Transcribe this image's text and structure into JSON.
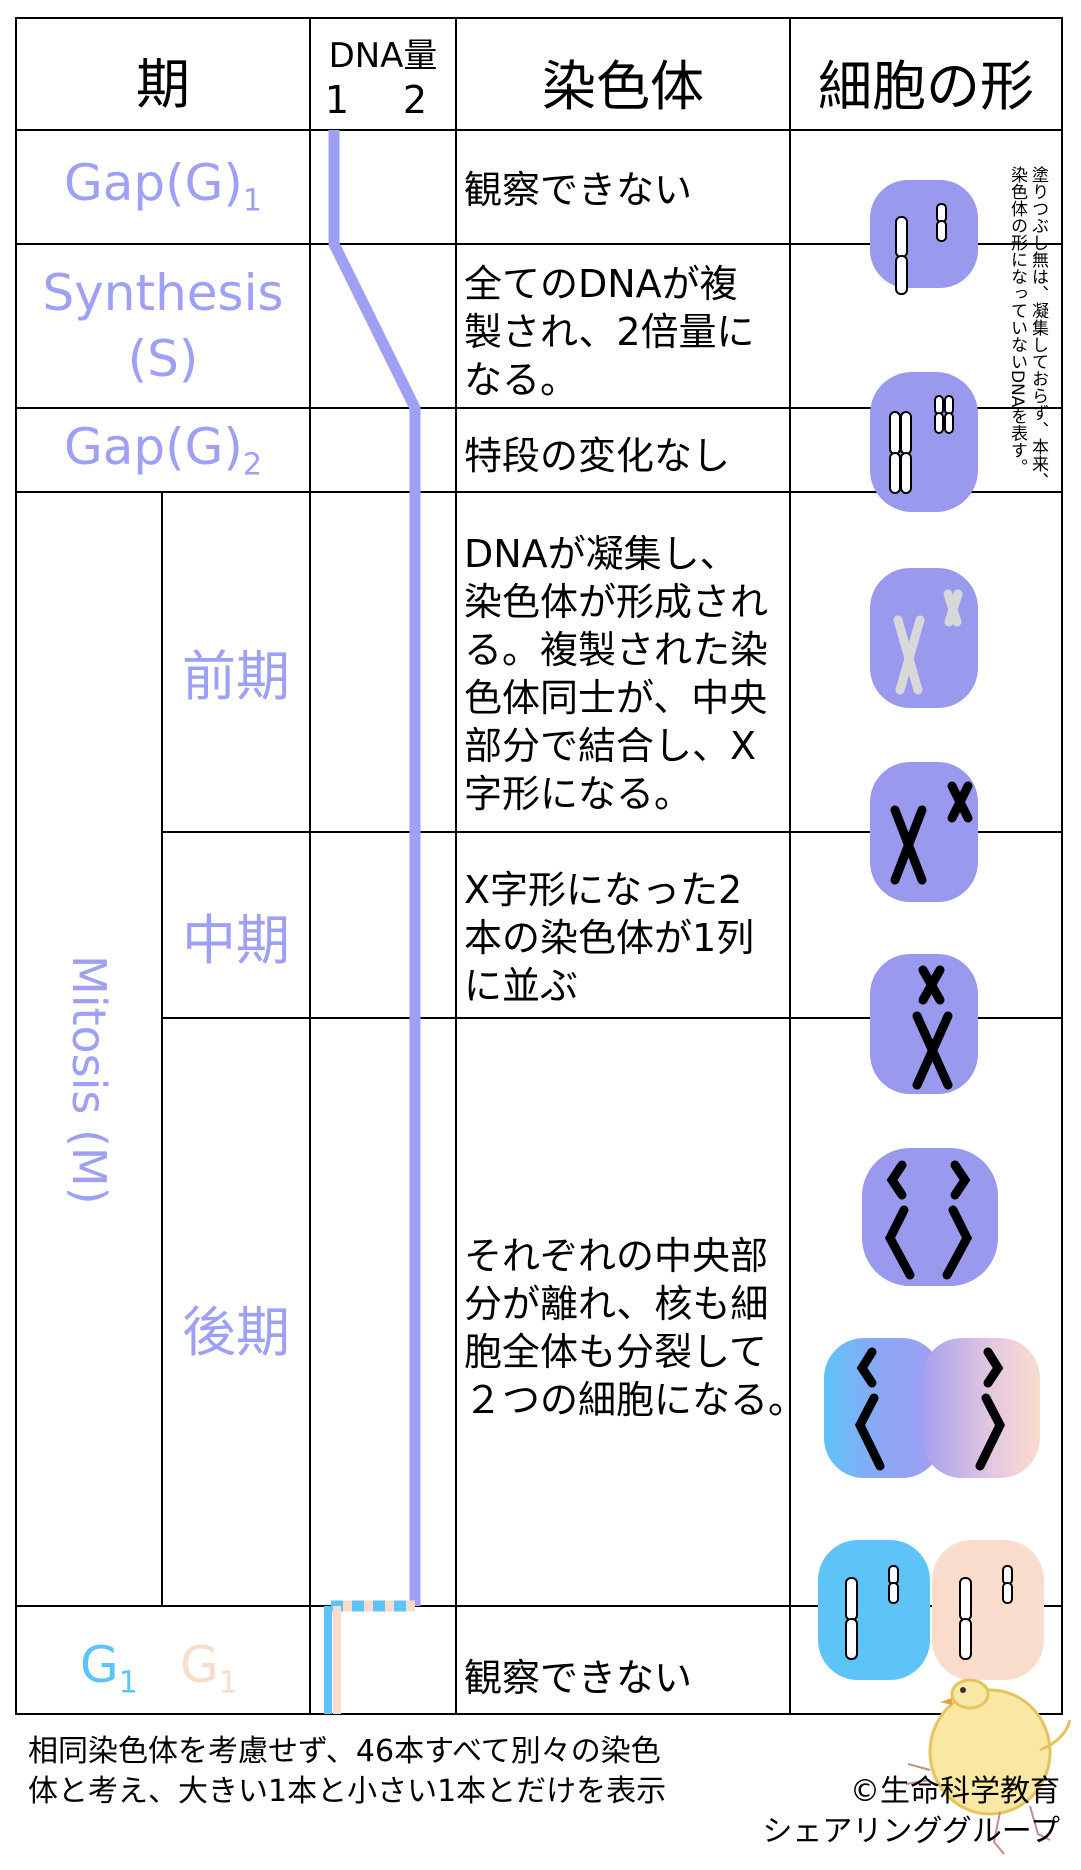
{
  "header": {
    "phase": "期",
    "dna_amount": "DNA量",
    "dna_tick_1": "1",
    "dna_tick_2": "2",
    "chromosome": "染色体",
    "cell_shape": "細胞の形"
  },
  "phases": {
    "g1_main": "Gap(G)",
    "g1_sub": "1",
    "s_line1": "Synthesis",
    "s_line2": "(S)",
    "g2_main": "Gap(G)",
    "g2_sub": "2",
    "mitosis": "Mitosis (M)",
    "prophase": "前期",
    "metaphase": "中期",
    "anaphase": "後期",
    "g1_end_a": "G",
    "g1_end_a_sub": "1",
    "g1_end_b": "G",
    "g1_end_b_sub": "1"
  },
  "descriptions": {
    "g1": [
      "観察できない"
    ],
    "s": [
      "全てのDNAが複",
      "製され、2倍量に",
      "なる。"
    ],
    "g2": [
      "特段の変化なし"
    ],
    "prophase": [
      "DNAが凝集し、",
      "染色体が形成され",
      "る。複製された染",
      "色体同士が、中央",
      "部分で結合し、X",
      "字形になる。"
    ],
    "metaphase": [
      "X字形になった2",
      "本の染色体が1列",
      "に並ぶ"
    ],
    "anaphase": [
      "それぞれの中央部",
      "分が離れ、核も細",
      "胞全体も分裂して",
      "２つの細胞になる。"
    ],
    "g1_end": [
      "観察できない"
    ]
  },
  "side_note": [
    "塗りつぶし無は、凝集しておらず、本来、",
    "染色体の形になっていないDNAを表す。"
  ],
  "footer": {
    "note": [
      "相同染色体を考慮せず、46本すべて別々の染色",
      "体と考え、大きい1本と小さい1本とだけを表示"
    ],
    "credit": [
      "©生命科学教育",
      "シェアリンググループ"
    ]
  },
  "colors": {
    "phase_text": "#9ea0f5",
    "dna_line": "#9ea0f5",
    "cell_purple": "#9999ee",
    "daughter_blue": "#5ec4f8",
    "daughter_peach": "#fadccc",
    "unstained_chromosome": "#d8d8d8",
    "grid_line": "#000000"
  }
}
